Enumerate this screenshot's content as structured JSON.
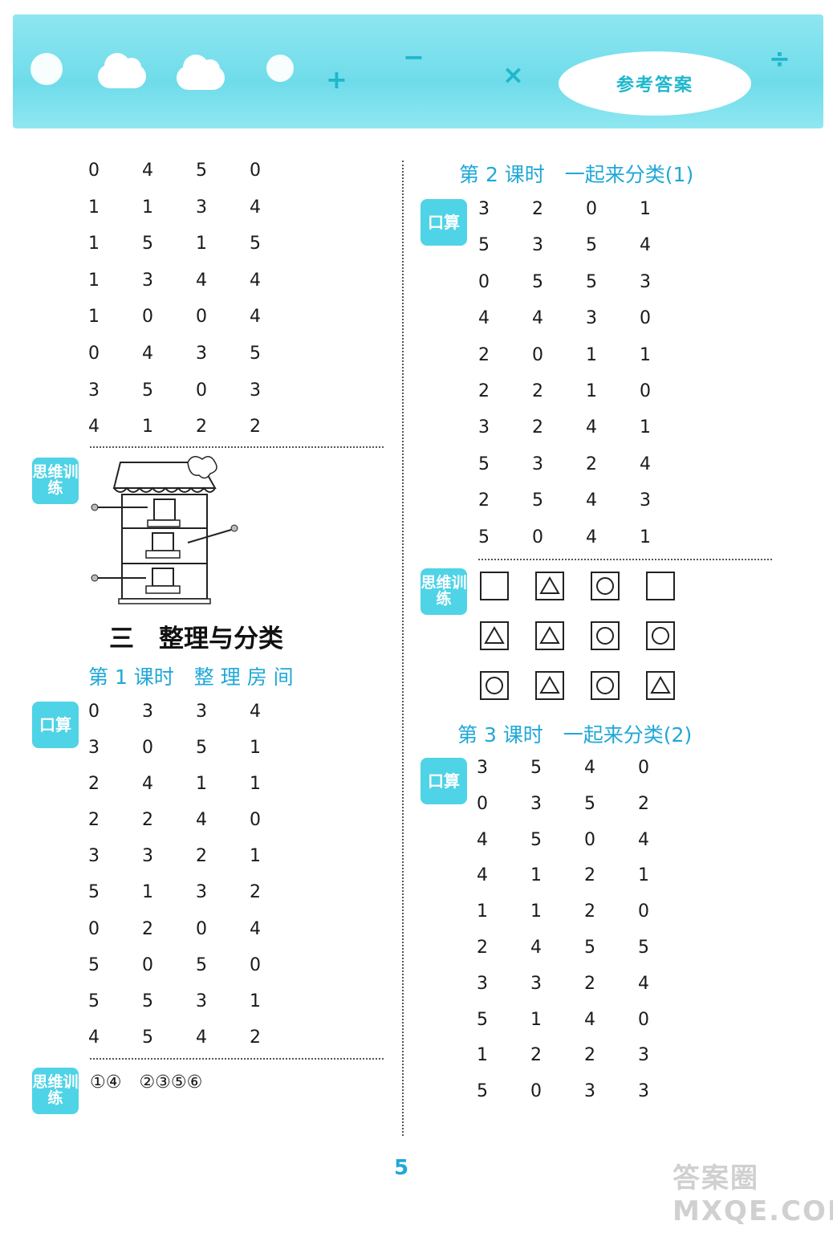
{
  "header": {
    "title": "参考答案",
    "symbols": [
      "+",
      "−",
      "×",
      "÷"
    ]
  },
  "left": {
    "grid_top": [
      [
        "0",
        "4",
        "5",
        "0"
      ],
      [
        "1",
        "1",
        "3",
        "4"
      ],
      [
        "1",
        "5",
        "1",
        "5"
      ],
      [
        "1",
        "3",
        "4",
        "4"
      ],
      [
        "1",
        "0",
        "0",
        "4"
      ],
      [
        "0",
        "4",
        "3",
        "5"
      ],
      [
        "3",
        "5",
        "0",
        "3"
      ],
      [
        "4",
        "1",
        "2",
        "2"
      ]
    ],
    "thinking_label": "思维训练",
    "section_title": "三　整理与分类",
    "lesson1_title": "第 1 课时　整 理 房 间",
    "calc_label": "口算",
    "grid_lesson1": [
      [
        "0",
        "3",
        "3",
        "4"
      ],
      [
        "3",
        "0",
        "5",
        "1"
      ],
      [
        "2",
        "4",
        "1",
        "1"
      ],
      [
        "2",
        "2",
        "4",
        "0"
      ],
      [
        "3",
        "3",
        "2",
        "1"
      ],
      [
        "5",
        "1",
        "3",
        "2"
      ],
      [
        "0",
        "2",
        "0",
        "4"
      ],
      [
        "5",
        "0",
        "5",
        "0"
      ],
      [
        "5",
        "5",
        "3",
        "1"
      ],
      [
        "4",
        "5",
        "4",
        "2"
      ]
    ],
    "thinking_answers": "①④　②③⑤⑥"
  },
  "right": {
    "lesson2_title": "第 2 课时　一起来分类(1)",
    "grid_lesson2": [
      [
        "3",
        "2",
        "0",
        "1"
      ],
      [
        "5",
        "3",
        "5",
        "4"
      ],
      [
        "0",
        "5",
        "5",
        "3"
      ],
      [
        "4",
        "4",
        "3",
        "0"
      ],
      [
        "2",
        "0",
        "1",
        "1"
      ],
      [
        "2",
        "2",
        "1",
        "0"
      ],
      [
        "3",
        "2",
        "4",
        "1"
      ],
      [
        "5",
        "3",
        "2",
        "4"
      ],
      [
        "2",
        "5",
        "4",
        "3"
      ],
      [
        "5",
        "0",
        "4",
        "1"
      ]
    ],
    "shapes": [
      [
        "empty",
        "triangle",
        "circle",
        "empty"
      ],
      [
        "triangle",
        "triangle",
        "circle",
        "circle"
      ],
      [
        "circle",
        "triangle",
        "circle",
        "triangle"
      ]
    ],
    "lesson3_title": "第 3 课时　一起来分类(2)",
    "grid_lesson3": [
      [
        "3",
        "5",
        "4",
        "0"
      ],
      [
        "0",
        "3",
        "5",
        "2"
      ],
      [
        "4",
        "5",
        "0",
        "4"
      ],
      [
        "4",
        "1",
        "2",
        "1"
      ],
      [
        "1",
        "1",
        "2",
        "0"
      ],
      [
        "2",
        "4",
        "5",
        "5"
      ],
      [
        "3",
        "3",
        "2",
        "4"
      ],
      [
        "5",
        "1",
        "4",
        "0"
      ],
      [
        "1",
        "2",
        "2",
        "3"
      ],
      [
        "5",
        "0",
        "3",
        "3"
      ]
    ]
  },
  "footer": {
    "page_number": "5"
  },
  "watermark": "答案圈 MXQE.COM",
  "colors": {
    "accent": "#1fa8d8",
    "banner": "#6fdcea",
    "badge": "#4fd3e6"
  }
}
